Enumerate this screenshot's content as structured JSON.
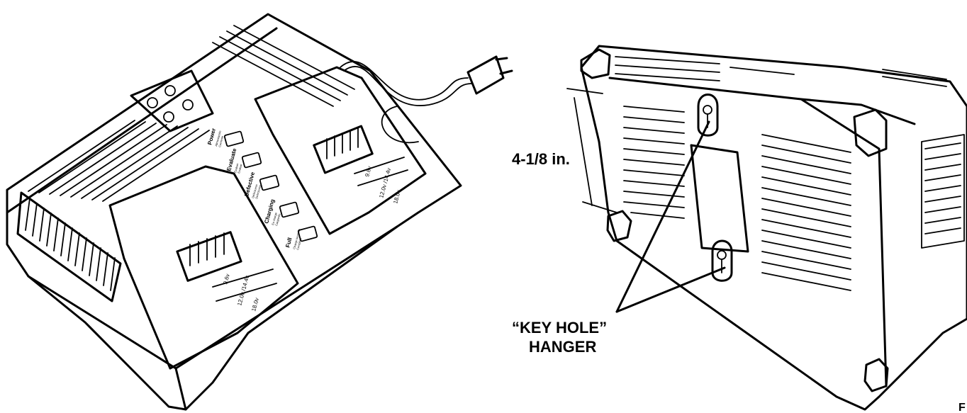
{
  "front_view": {
    "status_labels": [
      {
        "label": "Power",
        "sub1": "Alimentación",
        "sub2": "Corriente"
      },
      {
        "label": "Evaluate",
        "sub1": "Évaluer",
        "sub2": "Evaluar"
      },
      {
        "label": "Defective",
        "sub1": "Défectueux",
        "sub2": "Defectuoso"
      },
      {
        "label": "Charging",
        "sub1": "En charge",
        "sub2": "Cargando"
      },
      {
        "label": "Full",
        "sub1": "Charge terminée",
        "sub2": "Completo"
      }
    ],
    "left_bay": {
      "v1": "9.6v",
      "v2": "12.0v /14.4v",
      "v3": "18.0v"
    },
    "right_bay": {
      "v1": "9.6v",
      "v2": "12.0v /14.4v",
      "v3": "18.0v"
    }
  },
  "back_view": {
    "dimension_label": "4-1/8 in.",
    "callout_line1": "“KEY HOLE”",
    "callout_line2": "HANGER"
  },
  "page_corner_mark": "F"
}
